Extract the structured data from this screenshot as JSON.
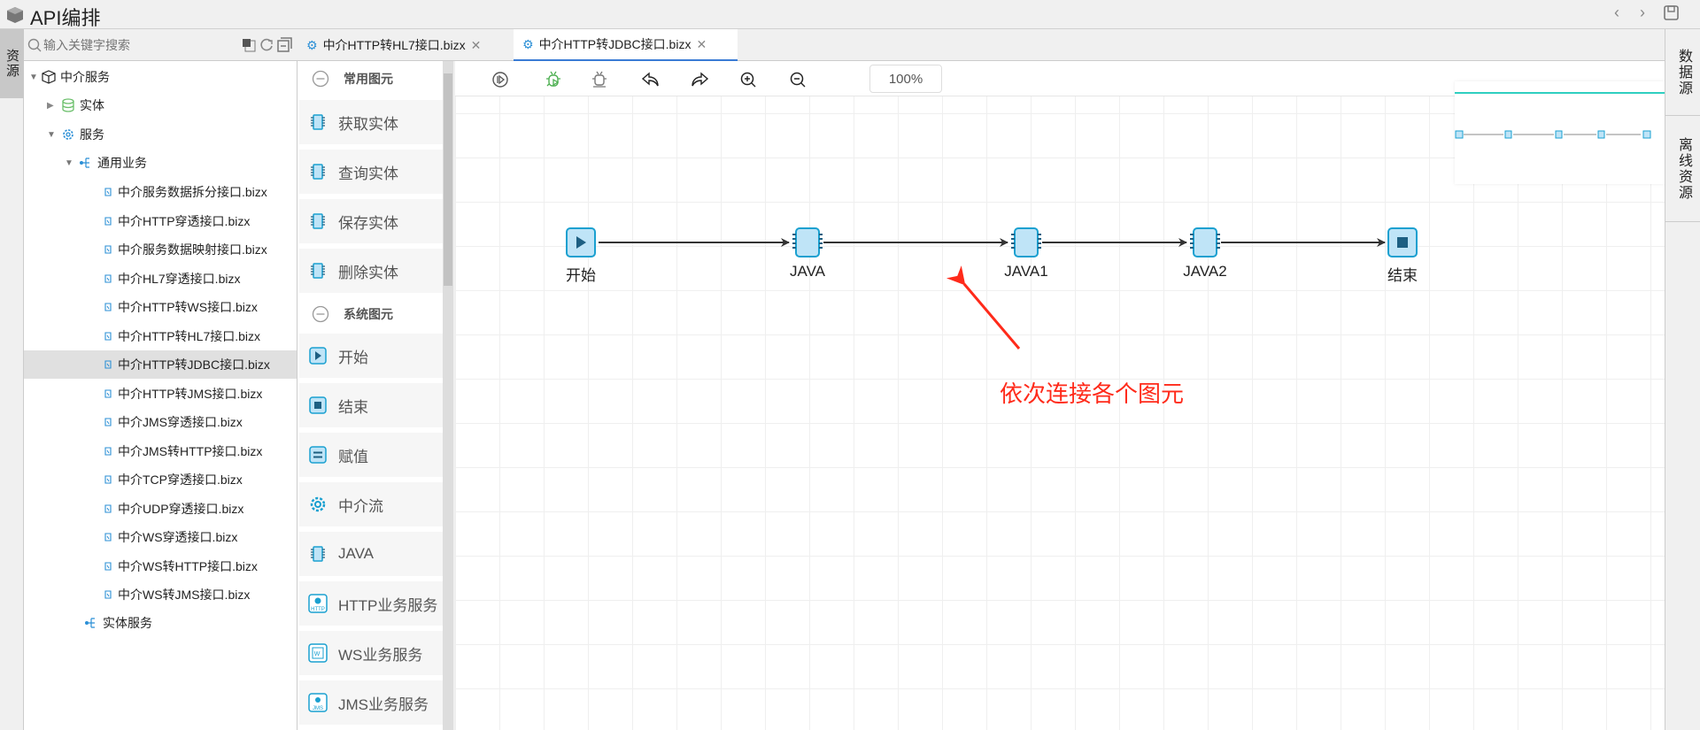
{
  "app": {
    "title": "API编排"
  },
  "left_strip": {
    "tab": "资源"
  },
  "tree": {
    "search_placeholder": "输入关键字搜索",
    "root": "中介服务",
    "entity": "实体",
    "service": "服务",
    "general": "通用业务",
    "files": [
      "中介服务数据拆分接口.bizx",
      "中介HTTP穿透接口.bizx",
      "中介服务数据映射接口.bizx",
      "中介HL7穿透接口.bizx",
      "中介HTTP转WS接口.bizx",
      "中介HTTP转HL7接口.bizx",
      "中介HTTP转JDBC接口.bizx",
      "中介HTTP转JMS接口.bizx",
      "中介JMS穿透接口.bizx",
      "中介JMS转HTTP接口.bizx",
      "中介TCP穿透接口.bizx",
      "中介UDP穿透接口.bizx",
      "中介WS穿透接口.bizx",
      "中介WS转HTTP接口.bizx",
      "中介WS转JMS接口.bizx"
    ],
    "selected_index": 6,
    "entity_service": "实体服务"
  },
  "tabs": [
    {
      "label": "中介HTTP转HL7接口.bizx"
    },
    {
      "label": "中介HTTP转JDBC接口.bizx",
      "active": true
    }
  ],
  "palette": {
    "common_heading": "常用图元",
    "common": [
      "获取实体",
      "查询实体",
      "保存实体",
      "删除实体"
    ],
    "system_heading": "系统图元",
    "system": [
      "开始",
      "结束",
      "赋值",
      "中介流",
      "JAVA",
      "HTTP业务服务",
      "WS业务服务",
      "JMS业务服务"
    ]
  },
  "toolbar": {
    "zoom": "100%"
  },
  "diagram": {
    "nodes": [
      {
        "label": "开始",
        "type": "start"
      },
      {
        "label": "JAVA",
        "type": "java"
      },
      {
        "label": "JAVA1",
        "type": "java"
      },
      {
        "label": "JAVA2",
        "type": "java"
      },
      {
        "label": "结束",
        "type": "end"
      }
    ],
    "annotation": "依次连接各个图元",
    "annotation_color": "#ff2a1a"
  },
  "right_strip": {
    "tabs": [
      "数据源",
      "离线资源"
    ]
  }
}
